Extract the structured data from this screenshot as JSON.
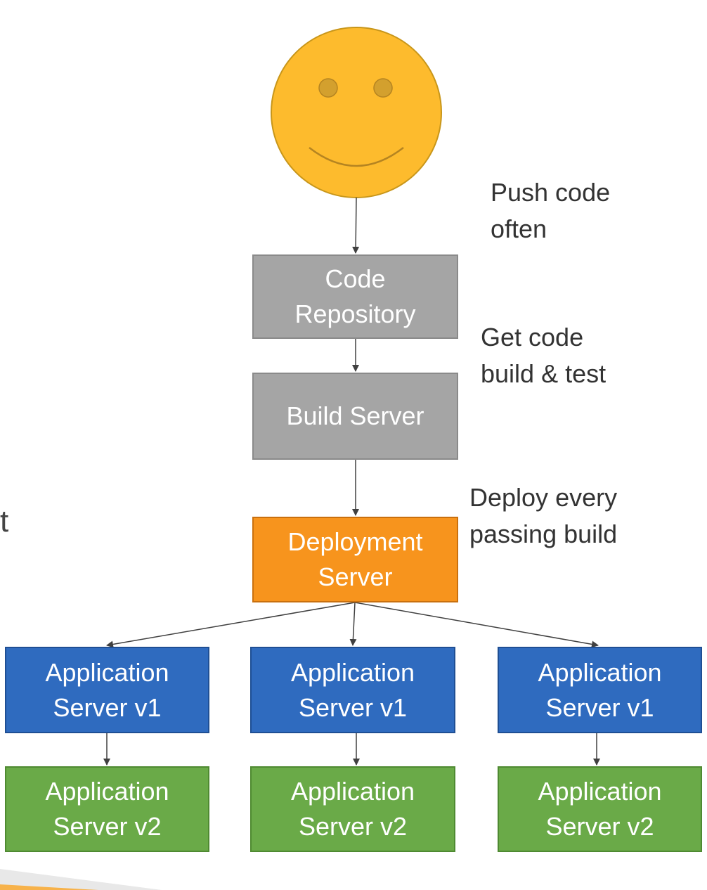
{
  "user": {
    "icon": "smiley-face-icon",
    "color": "#fdbb2d"
  },
  "boxes": {
    "code_repository": "Code\nRepository",
    "build_server": "Build Server",
    "deployment_server": "Deployment\nServer",
    "app_v1": "Application\nServer v1",
    "app_v2": "Application\nServer v2"
  },
  "notes": {
    "push": "Push code\noften",
    "build": "Get code\nbuild & test",
    "deploy": "Deploy every\npassing build"
  },
  "cut_text": "t",
  "colors": {
    "gray": "#a5a5a5",
    "orange": "#f7941d",
    "blue": "#2f6bbf",
    "green": "#6aaa48"
  }
}
